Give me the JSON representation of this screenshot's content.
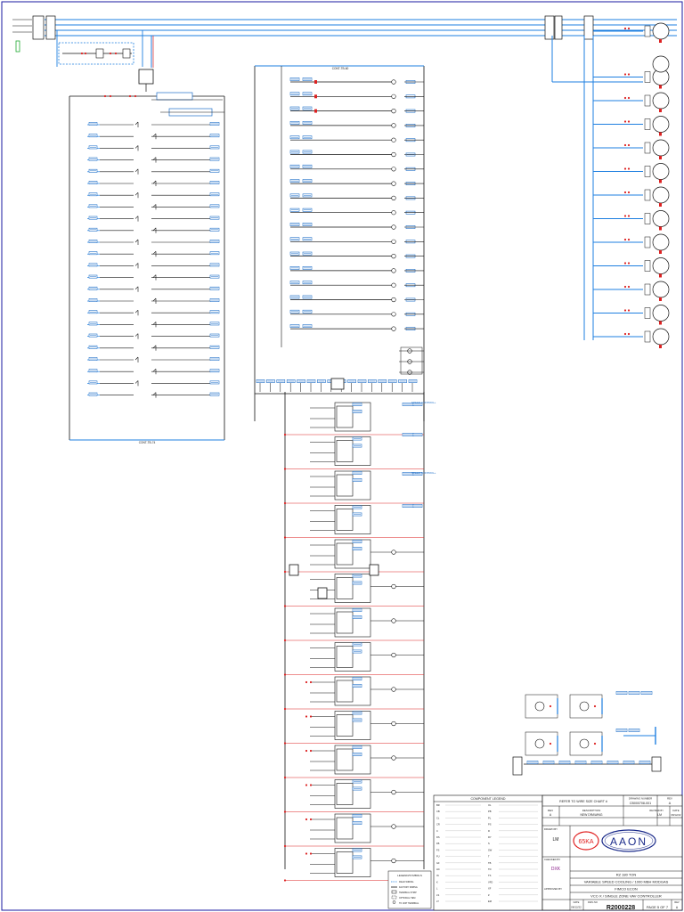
{
  "colors": {
    "wire": "#1e7fe0",
    "line": "#111111",
    "contact": "#dd2222",
    "tag": "#1e6fc8",
    "border": "#1a1aa0",
    "logo_red": "#e02020",
    "logo_blue": "#1a2a8a",
    "ground": "#22aa33"
  },
  "legend": {
    "title": "COMPONENT LEGEND",
    "col1_codes": [
      "BR",
      "CB",
      "CL",
      "CR",
      "C",
      "DS",
      "FB",
      "FS",
      "FU",
      "GF",
      "HC",
      "IN",
      "K",
      "L",
      "LS",
      "LT"
    ],
    "col2_codes": [
      "OL",
      "PB",
      "PL",
      "PS",
      "R",
      "RY",
      "S",
      "SW",
      "T",
      "TB",
      "TD",
      "TS",
      "VFD",
      "XF",
      "Z",
      "EM"
    ]
  },
  "legend_box": {
    "title": "LEGEND/SYMBOLS",
    "items": [
      "FIELD WIRING",
      "FACTORY WIRING",
      "TERMINAL STRIP",
      "OPTIONAL ITEM",
      "TO UNIT TERMINAL"
    ]
  },
  "title_block": {
    "refer_note": "REFER TO WIRE SIZE CHART #",
    "drawing_number_label": "DRAWING NUMBER",
    "drawing_number": "CB000708-001",
    "rev_label": "REV",
    "rev_value": "A",
    "rev_col_label": "REV",
    "rev_row_value": "A",
    "description_label": "DESCRIPTION",
    "description_value": "NEW DRAWING",
    "revised_by_label": "REVISED BY",
    "revised_by_value": "LM",
    "date_label": "DATE",
    "date_value": "08/12/22",
    "drawn_by_label": "DRAWN BY",
    "drawn_by": "LM",
    "checked_by_label": "CHECKED BY",
    "checked_by": "DXK",
    "approved_by_label": "APPROVED BY",
    "logo_ka": "65KA",
    "logo_brand": "AAON",
    "line1": "RZ 180 TON",
    "line2": "VARIABLE SPEED COOLING / 1000 MBH MODGAS",
    "line3": "FIMCO ECON",
    "line4": "VCC-X / SINGLE ZONE VAV CONTROLLER",
    "date_small_label": "DATE",
    "date_small": "08/12/22",
    "dwg_no_label": "DWG NO",
    "dwg_no": "R2000228",
    "page": "PAGE 5 OF 7",
    "rev_small_label": "REV",
    "rev_small": "A"
  },
  "diagram_labels": {
    "left_bus": "CONT-TB-74",
    "mid_bus": "CONT-TB-60",
    "speed_ctrl": "SPEED CONTROL+"
  }
}
